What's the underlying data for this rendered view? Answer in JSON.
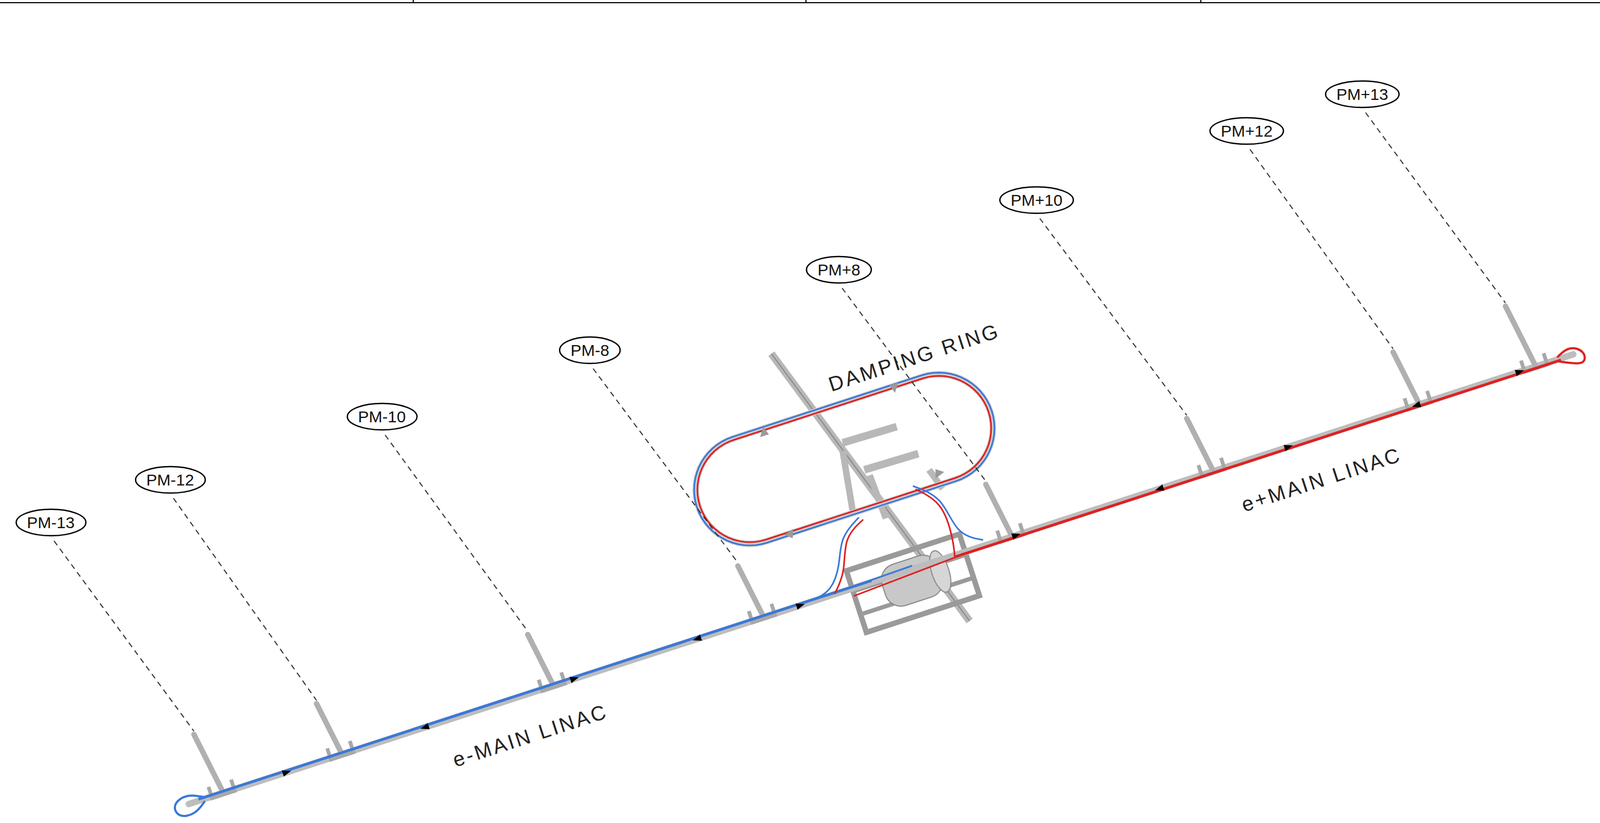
{
  "diagram": {
    "nodes": [
      {
        "text": [
          "PM-13"
        ]
      },
      {
        "text": [
          "PM-12"
        ]
      },
      {
        "text": [
          "PM-10"
        ]
      },
      {
        "text": [
          "PM-8"
        ]
      },
      {
        "text": [
          "PM+8"
        ]
      },
      {
        "text": [
          "PM+10"
        ]
      },
      {
        "text": [
          "PM+12"
        ]
      },
      {
        "text": [
          "PM+13"
        ]
      }
    ],
    "labels": [
      "DAMPING RING",
      "e-MAIN LINAC",
      "e+MAIN LINAC"
    ]
  }
}
